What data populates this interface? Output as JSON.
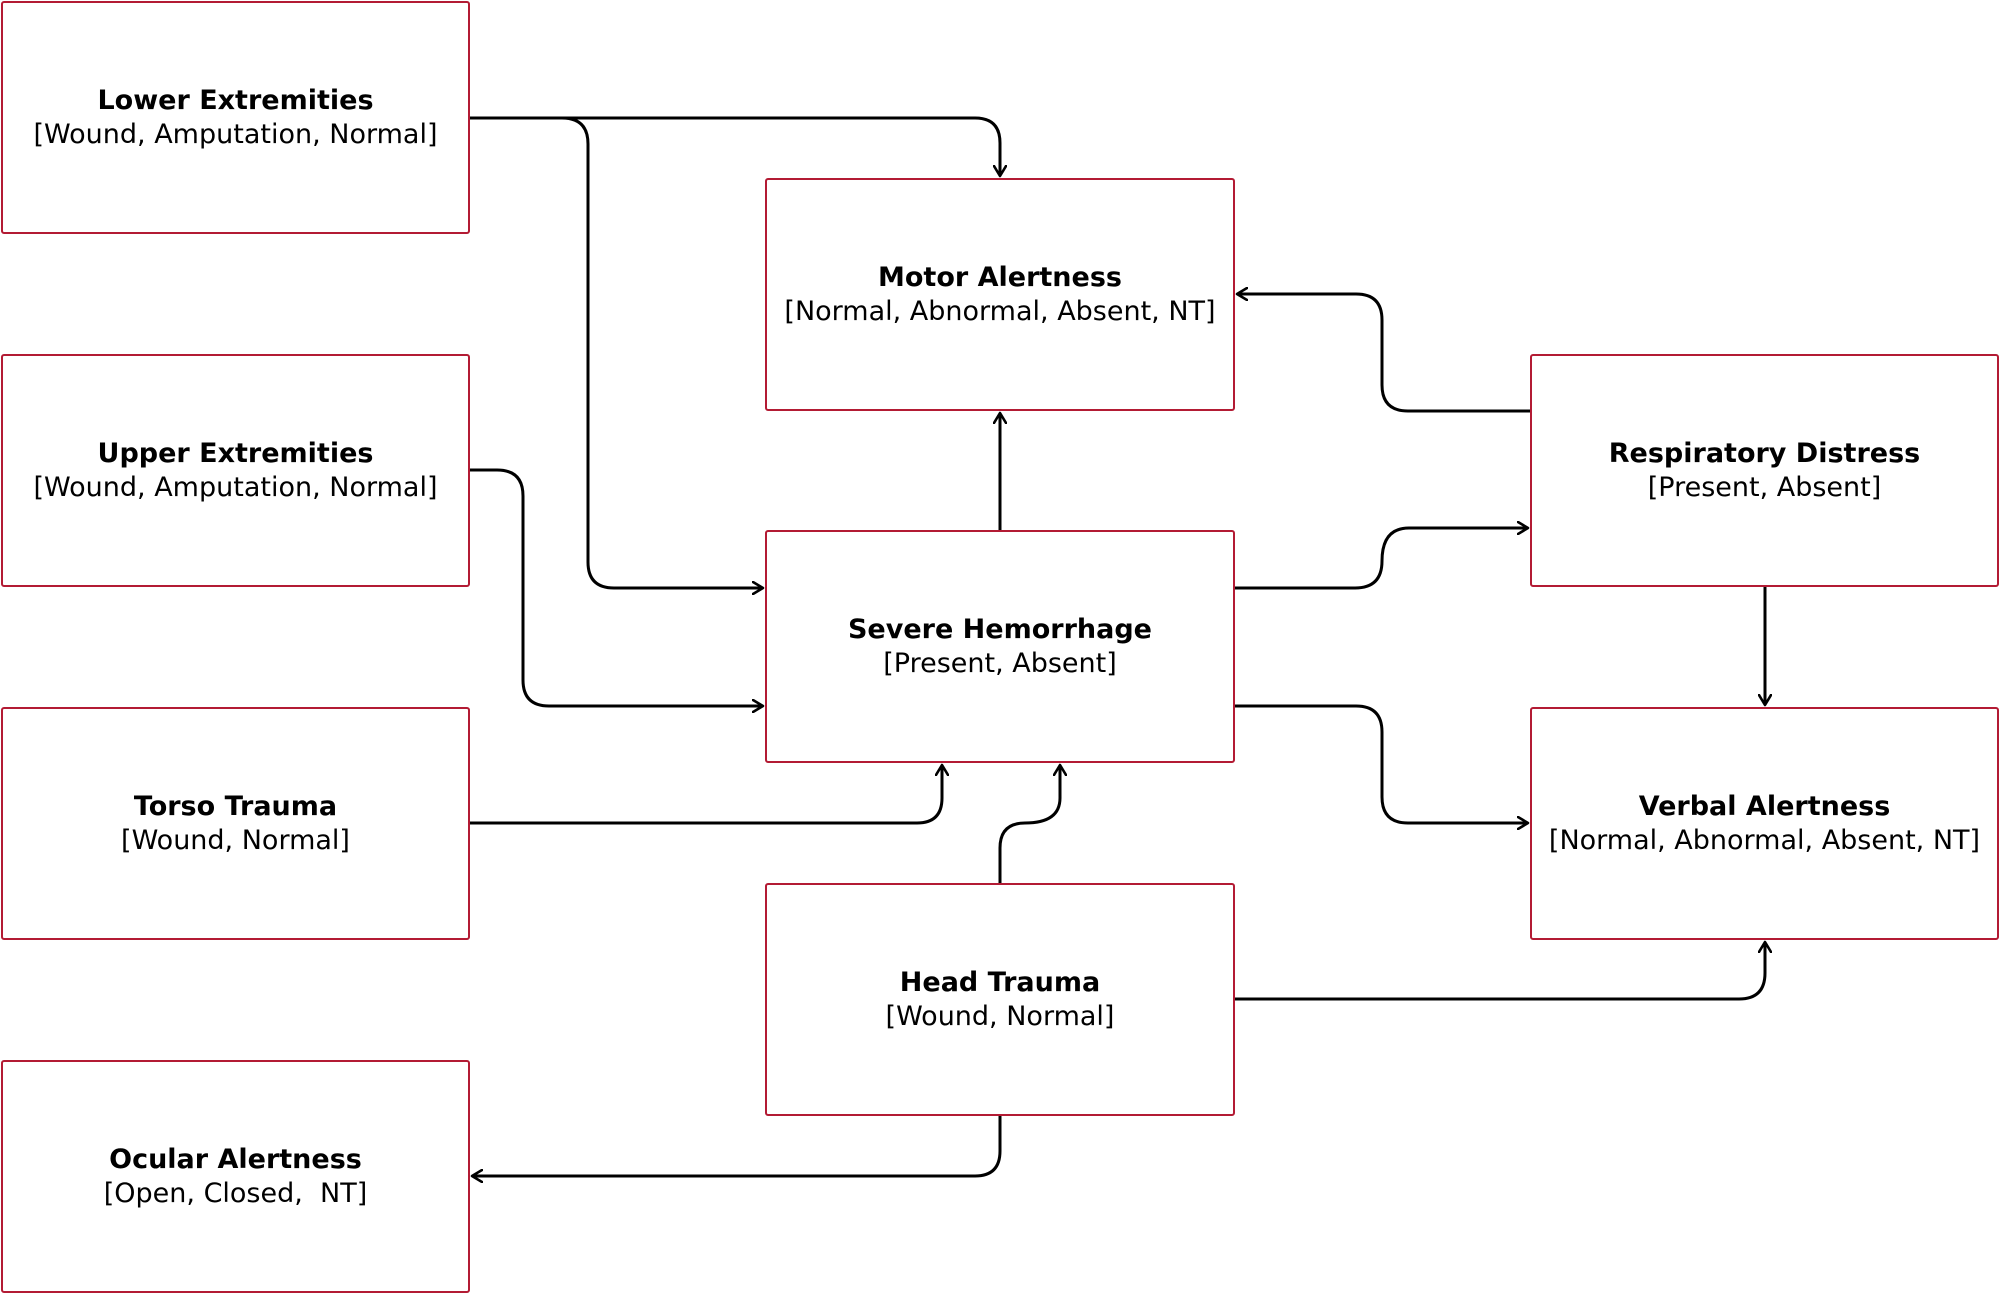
{
  "diagram": {
    "accent_color": "#b31b34",
    "edge_color": "#000000",
    "nodes": {
      "lower_extremities": {
        "title": "Lower Extremities",
        "states": "[Wound, Amputation, Normal]"
      },
      "upper_extremities": {
        "title": "Upper Extremities",
        "states": "[Wound, Amputation, Normal]"
      },
      "torso_trauma": {
        "title": "Torso Trauma",
        "states": "[Wound, Normal]"
      },
      "ocular_alertness": {
        "title": "Ocular Alertness",
        "states": "[Open, Closed,  NT]"
      },
      "motor_alertness": {
        "title": "Motor Alertness",
        "states": "[Normal, Abnormal, Absent, NT]"
      },
      "severe_hemorrhage": {
        "title": "Severe Hemorrhage",
        "states": "[Present, Absent]"
      },
      "head_trauma": {
        "title": "Head Trauma",
        "states": "[Wound, Normal]"
      },
      "respiratory_distress": {
        "title": "Respiratory Distress",
        "states": "[Present, Absent]"
      },
      "verbal_alertness": {
        "title": "Verbal Alertness",
        "states": "[Normal, Abnormal, Absent, NT]"
      }
    },
    "edges": [
      {
        "from": "lower_extremities",
        "to": "motor_alertness"
      },
      {
        "from": "lower_extremities",
        "to": "severe_hemorrhage"
      },
      {
        "from": "upper_extremities",
        "to": "severe_hemorrhage"
      },
      {
        "from": "torso_trauma",
        "to": "severe_hemorrhage"
      },
      {
        "from": "head_trauma",
        "to": "severe_hemorrhage"
      },
      {
        "from": "head_trauma",
        "to": "ocular_alertness"
      },
      {
        "from": "head_trauma",
        "to": "verbal_alertness"
      },
      {
        "from": "severe_hemorrhage",
        "to": "motor_alertness"
      },
      {
        "from": "severe_hemorrhage",
        "to": "respiratory_distress"
      },
      {
        "from": "severe_hemorrhage",
        "to": "verbal_alertness"
      },
      {
        "from": "respiratory_distress",
        "to": "motor_alertness"
      },
      {
        "from": "respiratory_distress",
        "to": "verbal_alertness"
      }
    ]
  }
}
